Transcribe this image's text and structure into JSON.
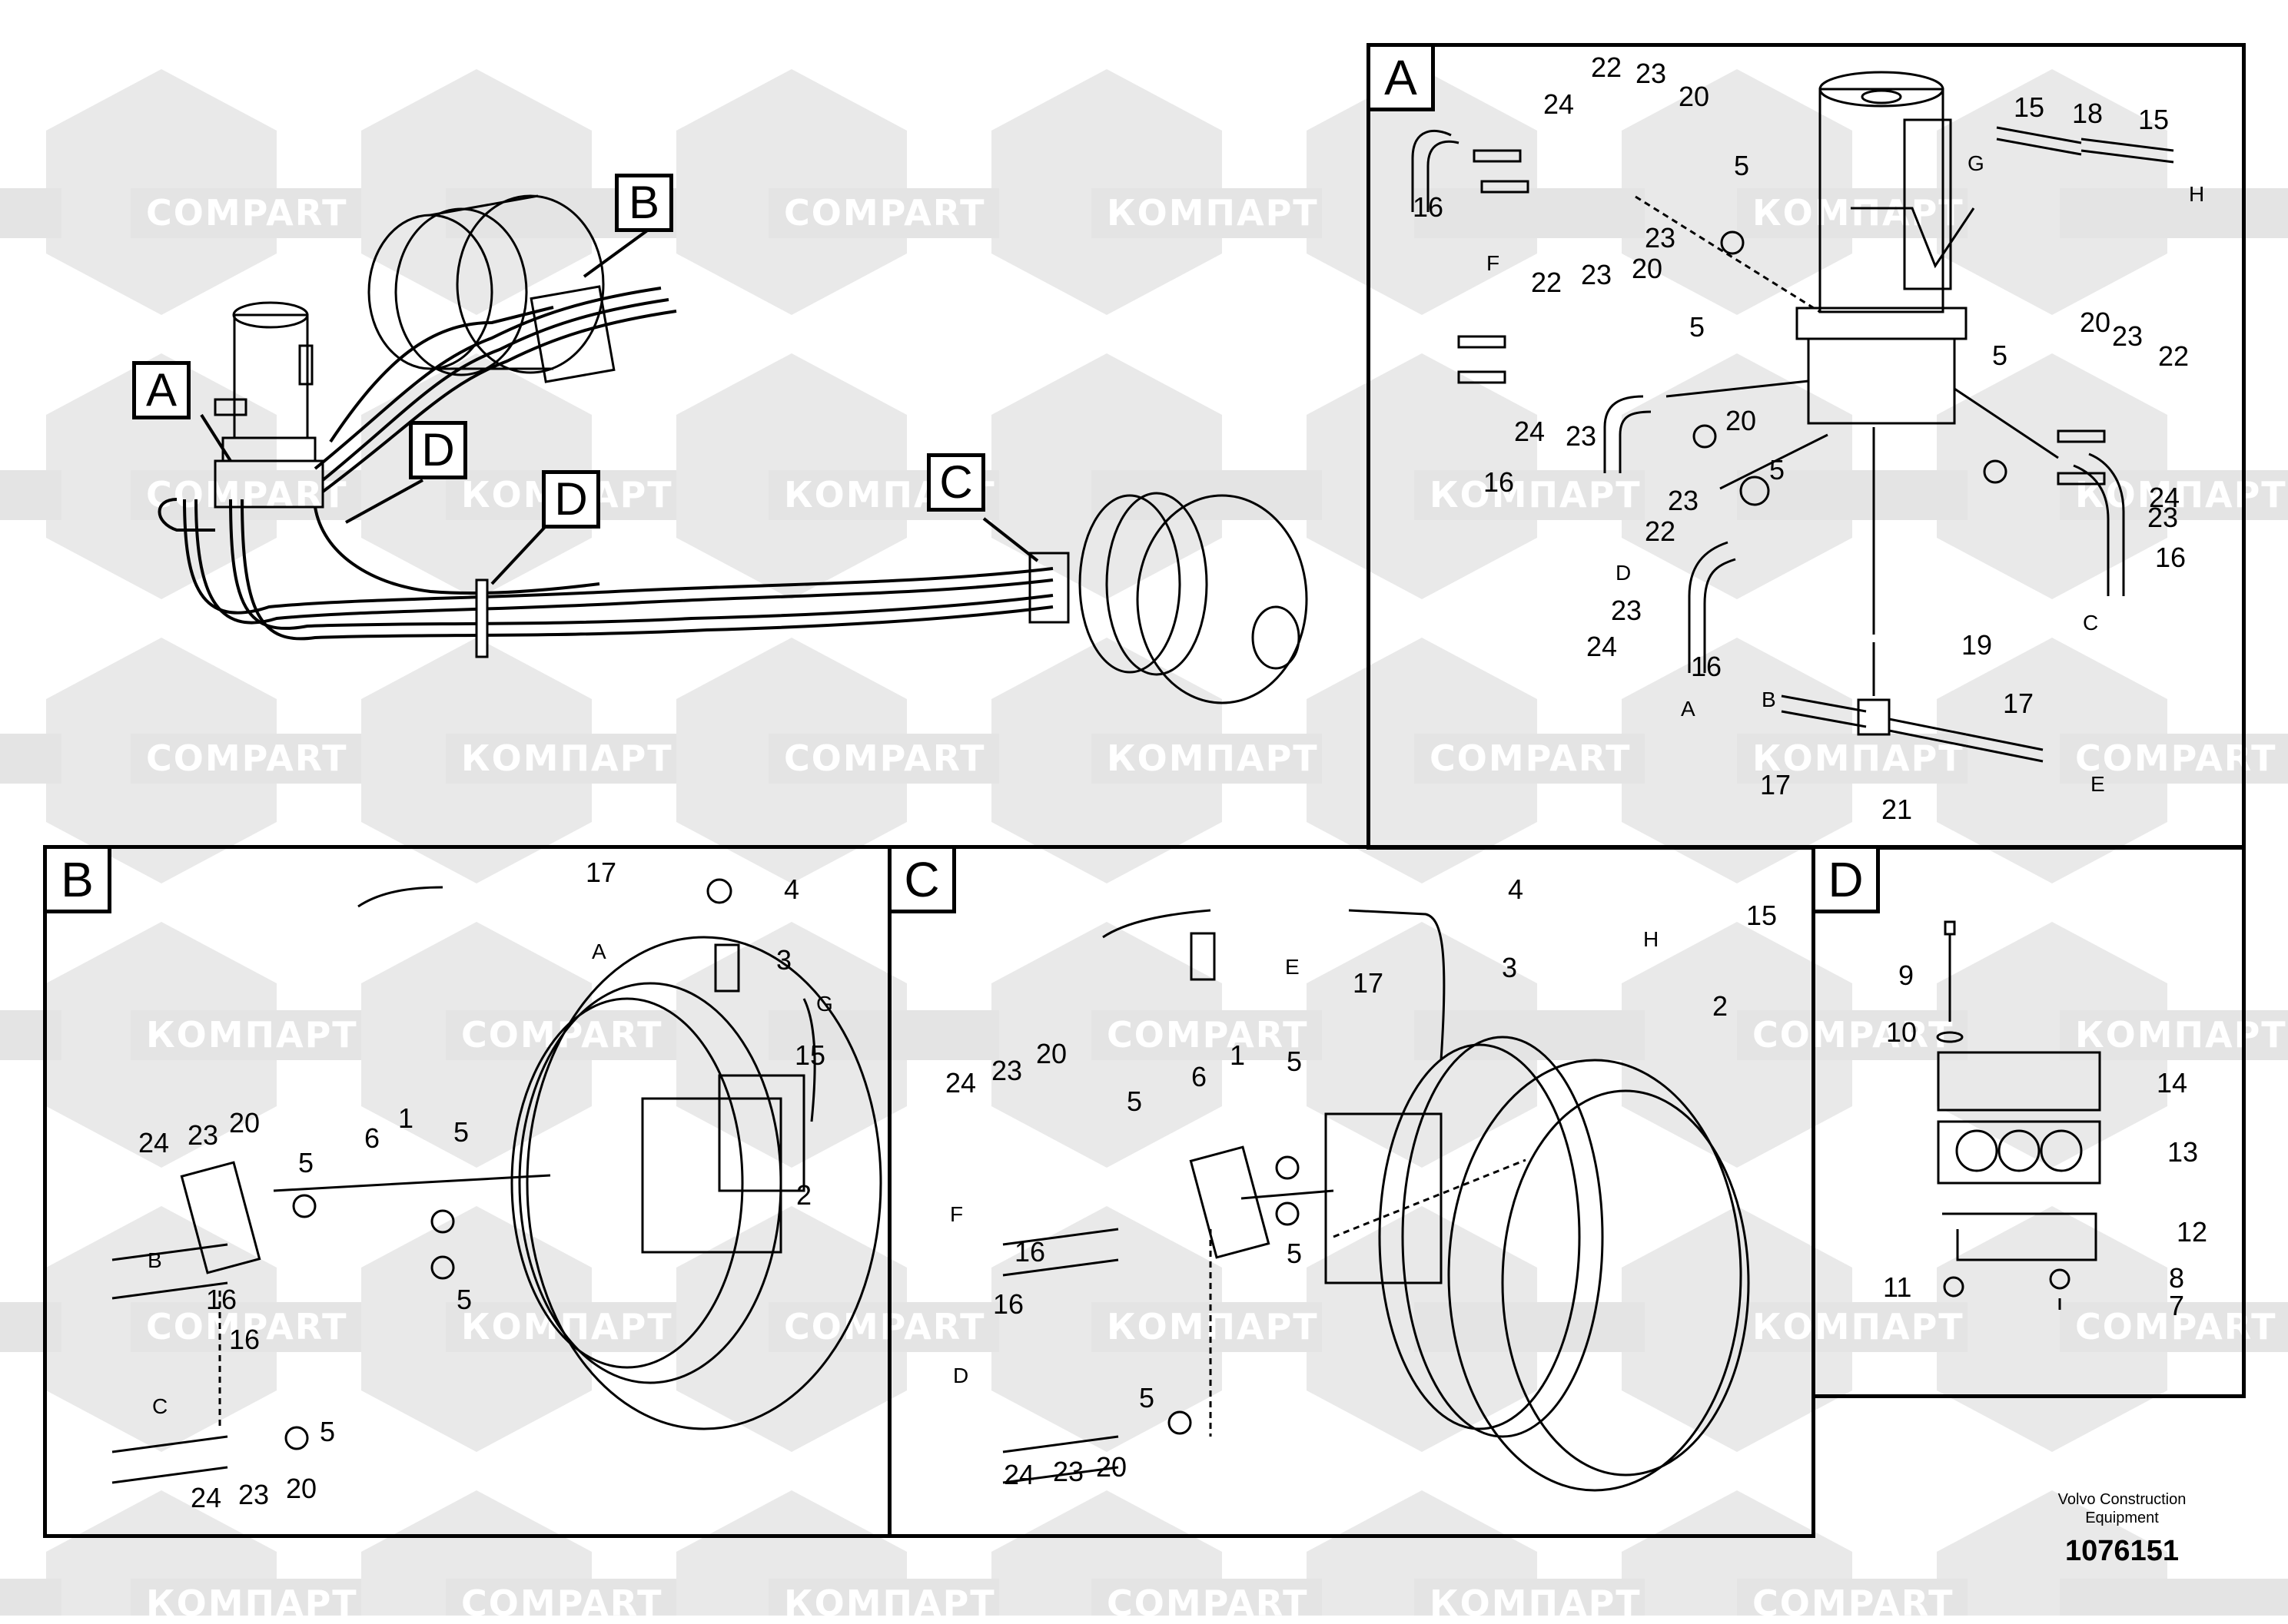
{
  "drawing": {
    "manufacturer": "Volvo Construction",
    "manufacturer_line2": "Equipment",
    "drawing_number": "1076151"
  },
  "watermarks": [
    "COMPART",
    "КОМПАРТ"
  ],
  "callouts": [
    "A",
    "B",
    "C",
    "D",
    "D"
  ],
  "panels": {
    "A": {
      "title": "A",
      "labels": [
        "22",
        "23",
        "20",
        "24",
        "23",
        "15",
        "18",
        "15",
        "G",
        "H",
        "5",
        "16",
        "F",
        "22",
        "23",
        "20",
        "5",
        "5",
        "20",
        "23",
        "22",
        "24",
        "23",
        "20",
        "5",
        "16",
        "D",
        "23",
        "22",
        "24",
        "23",
        "16",
        "C",
        "23",
        "24",
        "16",
        "B",
        "19",
        "A",
        "17",
        "17",
        "21",
        "E"
      ]
    },
    "B": {
      "title": "B",
      "labels": [
        "17",
        "4",
        "A",
        "3",
        "G",
        "15",
        "24",
        "23",
        "20",
        "6",
        "1",
        "5",
        "5",
        "2",
        "B",
        "16",
        "5",
        "16",
        "C",
        "5",
        "24",
        "23",
        "20"
      ]
    },
    "C": {
      "title": "C",
      "labels": [
        "4",
        "E",
        "17",
        "3",
        "H",
        "15",
        "2",
        "24",
        "23",
        "20",
        "5",
        "6",
        "1",
        "5",
        "F",
        "16",
        "5",
        "16",
        "D",
        "5",
        "24",
        "23",
        "20"
      ]
    },
    "D": {
      "title": "D",
      "labels": [
        "9",
        "10",
        "14",
        "13",
        "12",
        "11",
        "8",
        "7"
      ]
    }
  }
}
